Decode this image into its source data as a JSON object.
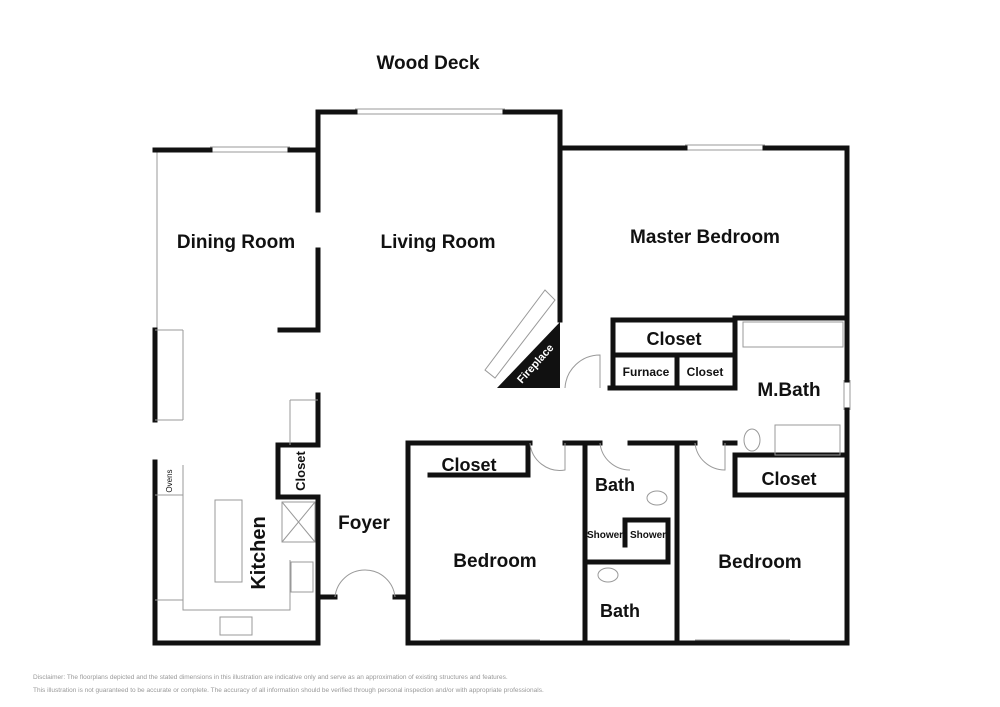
{
  "title": "Wood Deck",
  "rooms": {
    "dining": "Dining Room",
    "living": "Living Room",
    "master": "Master Bedroom",
    "closet_master": "Closet",
    "furnace": "Furnace",
    "closet_small": "Closet",
    "mbath": "M.Bath",
    "fireplace": "Fireplace",
    "closet_kitchen": "Closet",
    "kitchen": "Kitchen",
    "ovens": "Ovens",
    "foyer": "Foyer",
    "closet_bed1": "Closet",
    "bedroom1": "Bedroom",
    "bath1": "Bath",
    "shower1": "Shower",
    "shower2": "Shower",
    "bath2": "Bath",
    "closet_bed2": "Closet",
    "bedroom2": "Bedroom"
  },
  "disclaimer": {
    "line1": "Disclaimer: The floorplans depicted and the stated dimensions in this illustration are indicative only and serve as an approximation of existing structures and features.",
    "line2": "This illustration is not guaranteed to be accurate or complete. The accuracy of all information should be verified through personal inspection and/or with appropriate professionals."
  }
}
